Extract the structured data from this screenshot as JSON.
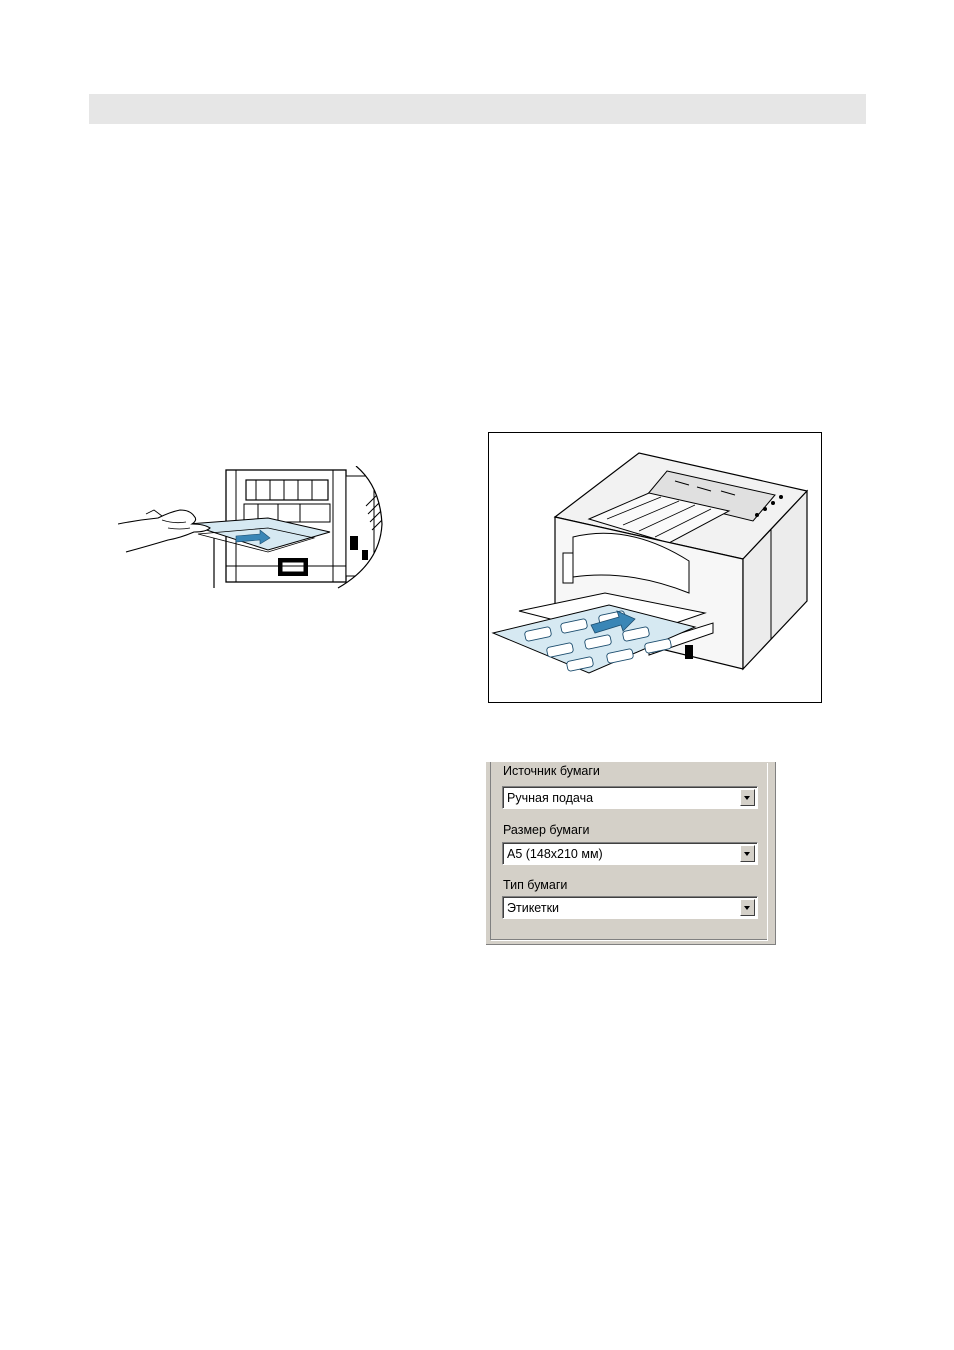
{
  "settings": {
    "paper_source": {
      "label": "Источник бумаги",
      "value": "Ручная подача"
    },
    "paper_size": {
      "label": "Размер бумаги",
      "value": "A5 (148x210 мм)"
    },
    "paper_type": {
      "label": "Тип бумаги",
      "value": "Этикетки"
    }
  },
  "colors": {
    "header_bar": "#e6e6e6",
    "panel": "#d4d0c8",
    "label_sheet": "#d6e9f2",
    "arrow": "#3a86b6"
  },
  "icons": [
    "hand-loading-paper-icon",
    "printer-label-loading-icon",
    "combo-arrow-icon"
  ]
}
